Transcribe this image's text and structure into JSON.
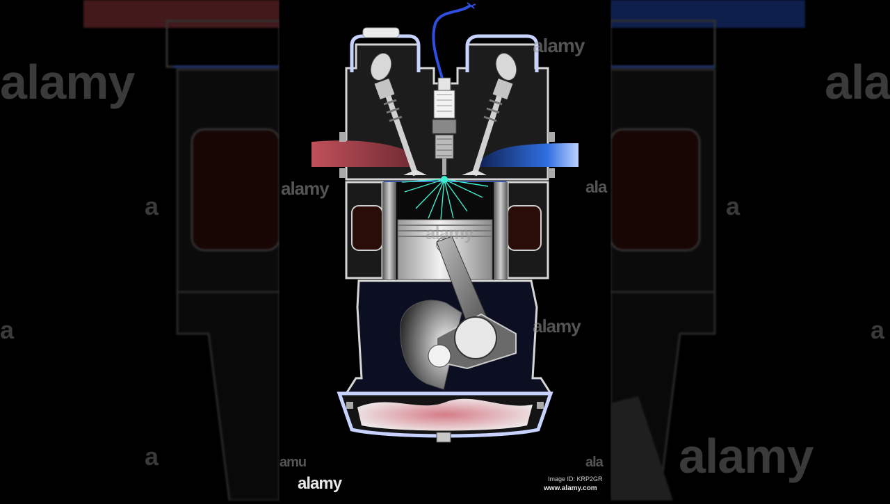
{
  "watermark": {
    "text": "alamy",
    "fragment_a": "a",
    "fragment_ala": "ala",
    "fragment_amu": "amu"
  },
  "footer": {
    "brand": "alamy",
    "image_id": "Image ID: KRP2GR",
    "url": "www.alamy.com"
  },
  "colors": {
    "background": "#000000",
    "engine_body": "#1c1c1c",
    "outline": "#d6d6d6",
    "intake_red": "#c0505a",
    "exhaust_blue": "#2f6fe0",
    "spark_cyan": "#3ff0d0",
    "oil_pink": "#d47c86"
  },
  "icons": [
    "spark-plug-icon",
    "piston-icon",
    "crankshaft-icon",
    "valve-icon"
  ]
}
